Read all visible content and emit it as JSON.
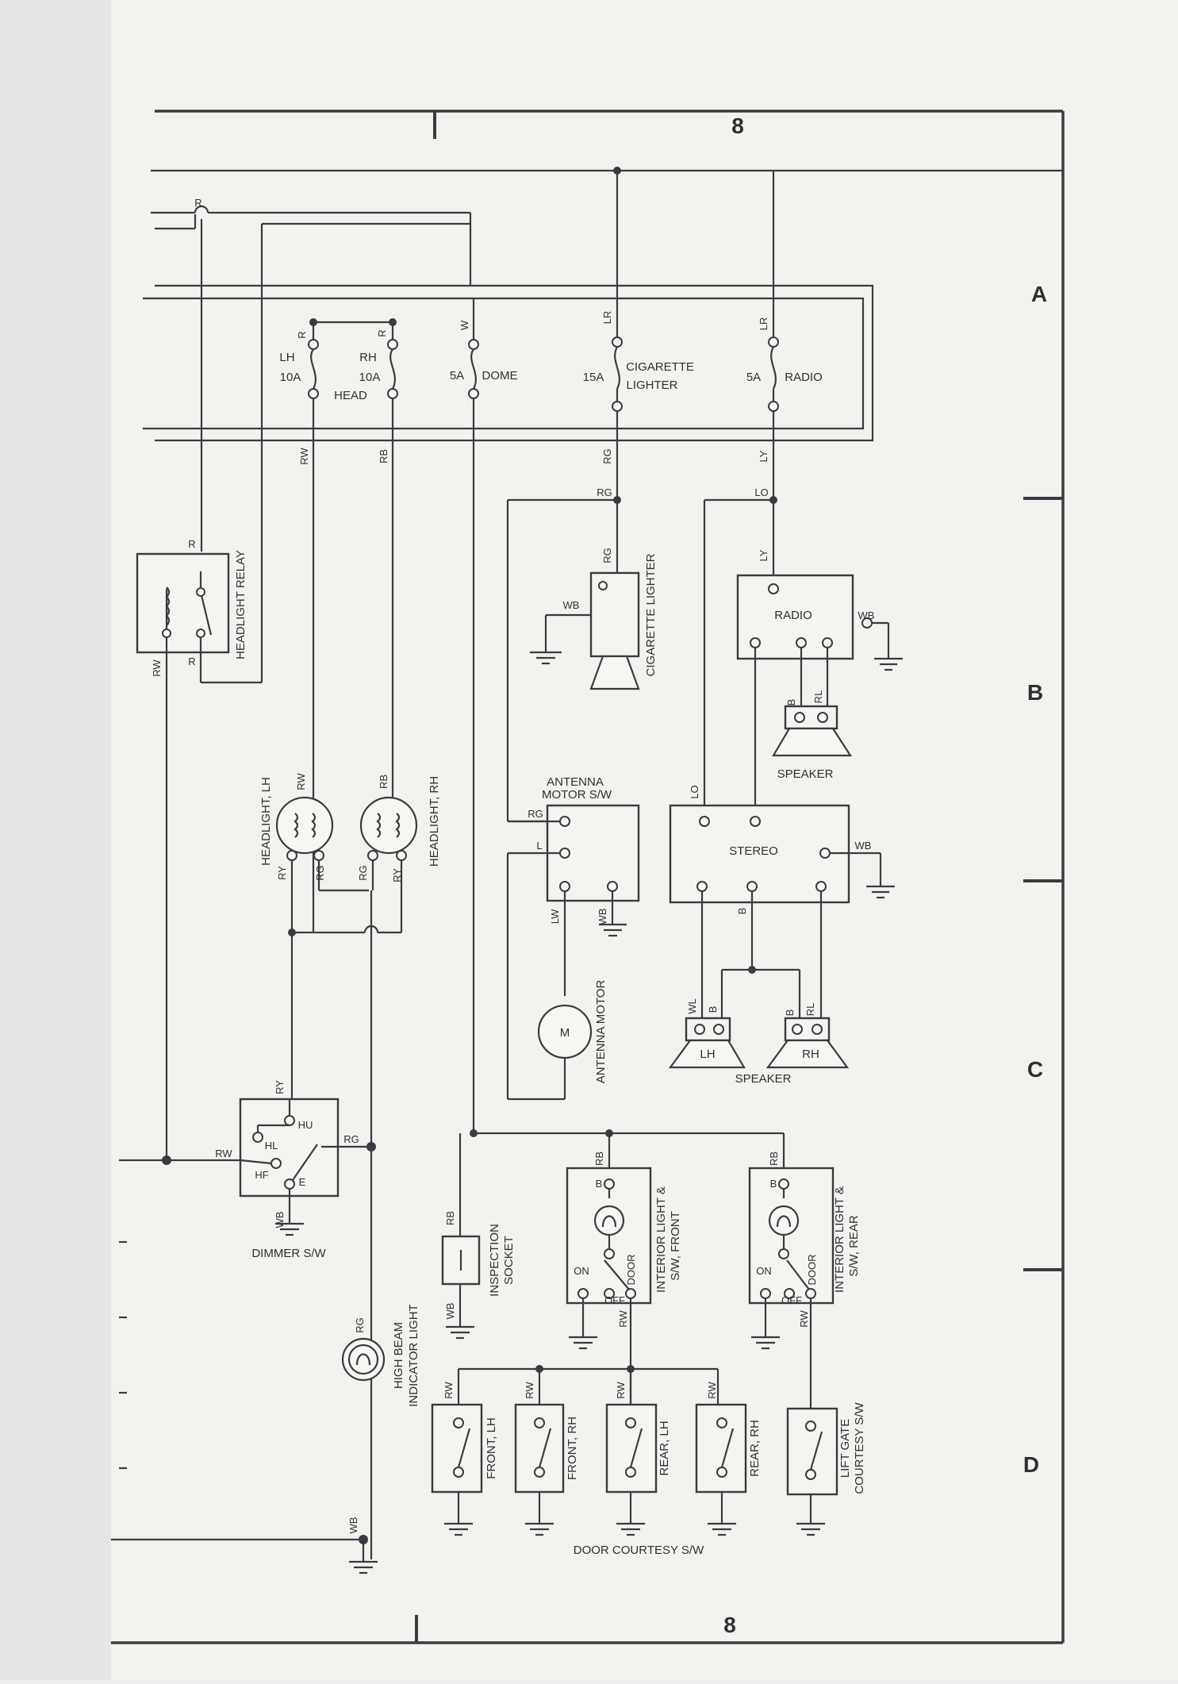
{
  "sheet": {
    "number_top": "8",
    "number_bottom": "8",
    "zones": [
      "A",
      "B",
      "C",
      "D"
    ]
  },
  "fuses": [
    {
      "side": "LH",
      "rating": "10A",
      "wire": "R"
    },
    {
      "side": "RH",
      "rating": "10A",
      "wire": "R"
    },
    {
      "label": "HEAD"
    },
    {
      "rating": "5A",
      "name": "DOME",
      "wire": "W"
    },
    {
      "rating": "15A",
      "name_1": "CIGARETTE",
      "name_2": "LIGHTER",
      "wire": "LR"
    },
    {
      "rating": "5A",
      "name": "RADIO",
      "wire": "LR"
    }
  ],
  "components": {
    "headlight_relay": "HEADLIGHT RELAY",
    "cigarette_lighter": "CIGARETTE LIGHTER",
    "radio": "RADIO",
    "speaker": "SPEAKER",
    "headlight_lh": "HEADLIGHT, LH",
    "headlight_rh": "HEADLIGHT, RH",
    "antenna_motor_sw_1": "ANTENNA",
    "antenna_motor_sw_2": "MOTOR S/W",
    "antenna_motor": "ANTENNA MOTOR",
    "motor_symbol": "M",
    "stereo": "STEREO",
    "speaker_lh": "LH",
    "speaker_rh": "RH",
    "dimmer_sw": "DIMMER S/W",
    "dimmer_terminals": [
      "HU",
      "HL",
      "HF",
      "E"
    ],
    "high_beam_1": "HIGH BEAM",
    "high_beam_2": "INDICATOR LIGHT",
    "inspection_1": "INSPECTION",
    "inspection_2": "SOCKET",
    "int_front_1": "INTERIOR LIGHT &",
    "int_front_2": "S/W, FRONT",
    "int_rear_1": "INTERIOR LIGHT &",
    "int_rear_2": "S/W, REAR",
    "sw_on": "ON",
    "sw_off": "OFF",
    "sw_door": "DOOR",
    "sw_b": "B",
    "door_front_lh": "FRONT, LH",
    "door_front_rh": "FRONT, RH",
    "door_rear_lh": "REAR, LH",
    "door_rear_rh": "REAR, RH",
    "lift_gate_1": "LIFT GATE",
    "lift_gate_2": "COURTESY S/W",
    "door_courtesy": "DOOR COURTESY S/W"
  },
  "wires": {
    "r": "R",
    "rw": "RW",
    "rb": "RB",
    "rg": "RG",
    "ry": "RY",
    "ly": "LY",
    "lo": "LO",
    "wb": "WB",
    "l": "L",
    "lw": "LW",
    "b": "B",
    "rl": "RL",
    "wl": "WL"
  }
}
